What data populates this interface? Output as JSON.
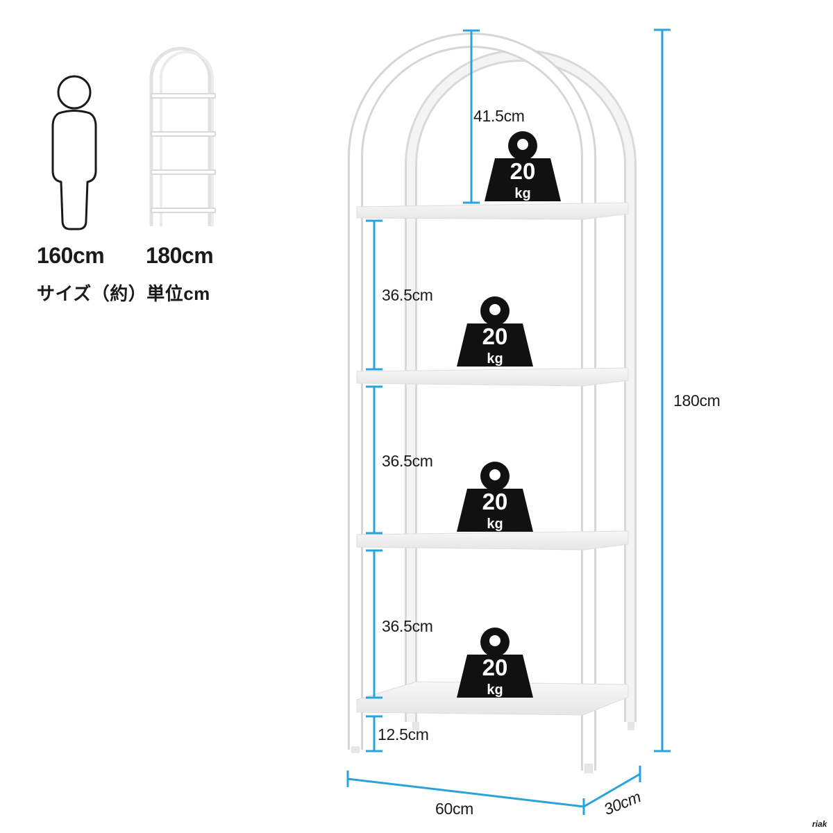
{
  "comparison": {
    "person_height": "160cm",
    "shelf_height": "180cm",
    "size_note": "サイズ（約）単位cm"
  },
  "dimensions": {
    "top_clearance": "41.5cm",
    "shelf_gaps": [
      "36.5cm",
      "36.5cm",
      "36.5cm"
    ],
    "bottom_clearance": "12.5cm",
    "total_height": "180cm",
    "width": "60cm",
    "depth": "30cm"
  },
  "load_weights": [
    {
      "number": "20",
      "unit": "kg"
    },
    {
      "number": "20",
      "unit": "kg"
    },
    {
      "number": "20",
      "unit": "kg"
    },
    {
      "number": "20",
      "unit": "kg"
    }
  ],
  "brand": "riak",
  "colors": {
    "dimension_line": "#2aa3dc",
    "weight_icon": "#111111",
    "shelf_frame": "#ffffff"
  },
  "icons": {
    "person": "person-outline-icon",
    "weight": "kettlebell-weight-icon"
  }
}
